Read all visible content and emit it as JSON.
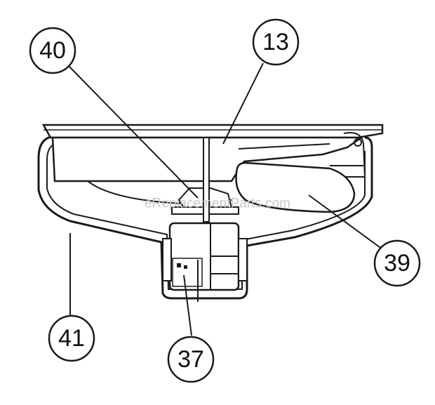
{
  "watermark": "eReplacementParts.com",
  "callouts": [
    {
      "id": "40",
      "label": "40"
    },
    {
      "id": "13",
      "label": "13"
    },
    {
      "id": "39",
      "label": "39"
    },
    {
      "id": "41",
      "label": "41"
    },
    {
      "id": "37",
      "label": "37"
    }
  ],
  "colors": {
    "line": "#1a1a1a",
    "fill": "#ffffff",
    "shade": "#d9d9d9",
    "watermark": "#c8c8c8"
  }
}
